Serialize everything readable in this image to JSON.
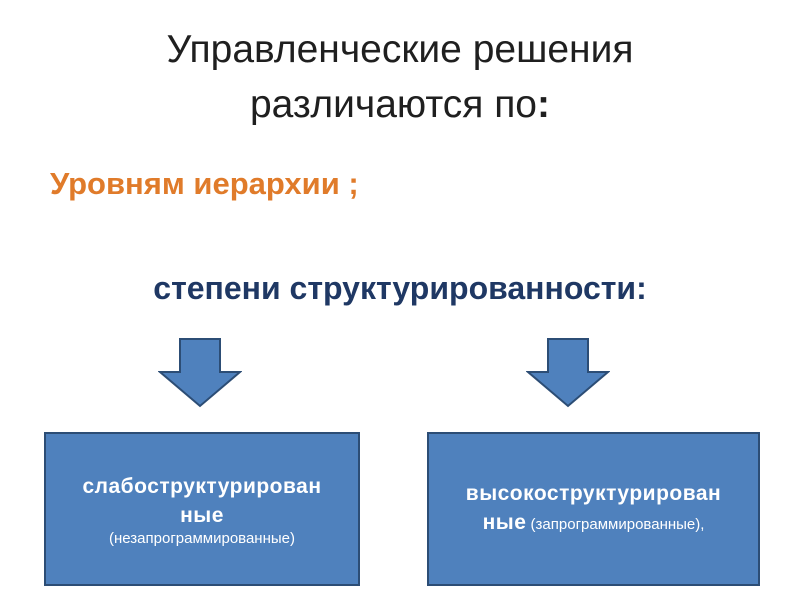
{
  "title": {
    "line1": "Управленческие решения",
    "line2": "различаются по",
    "colon": ":"
  },
  "hierarchy_label": "Уровням иерархии ;",
  "structure_label": "степени структурированности:",
  "boxes": [
    {
      "main_part1": "слабоструктурирован",
      "main_part2": "ные",
      "sub": "(незапрограммированные)"
    },
    {
      "main_part1": "высокоструктурирован",
      "main_part2": "ные",
      "sub": " (запрограммированные),"
    }
  ],
  "colors": {
    "title": "#1f1f1f",
    "hierarchy": "#e07b2a",
    "structure": "#1f3864",
    "box_fill": "#4f81bd",
    "box_border": "#2c4d75",
    "arrow_fill": "#4f81bd",
    "arrow_stroke": "#2c4d75"
  },
  "icons": [
    "down-arrow-icon",
    "down-arrow-icon"
  ]
}
